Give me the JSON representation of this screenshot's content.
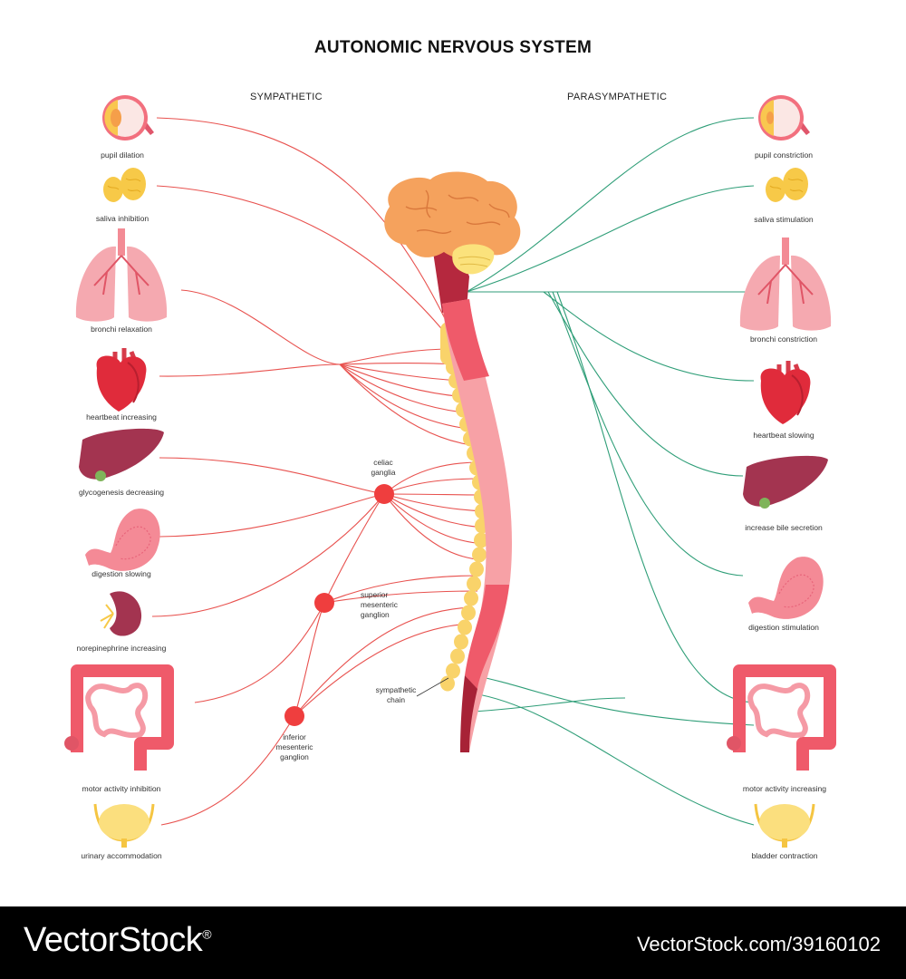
{
  "title": "AUTONOMIC NERVOUS SYSTEM",
  "sympathetic_header": "SYMPATHETIC",
  "parasympathetic_header": "PARASYMPATHETIC",
  "sympathetic_labels": {
    "eye": "pupil dilation",
    "saliva": "saliva inhibition",
    "lungs": "bronchi relaxation",
    "heart": "heartbeat increasing",
    "liver": "glycogenesis decreasing",
    "stomach": "digestion slowing",
    "kidney": "norepinephrine increasing",
    "intestine": "motor activity inhibition",
    "bladder": "urinary accommodation"
  },
  "parasympathetic_labels": {
    "eye": "pupil constriction",
    "saliva": "saliva stimulation",
    "lungs": "bronchi constriction",
    "heart": "heartbeat slowing",
    "liver": "increase bile secretion",
    "stomach": "digestion stimulation",
    "intestine": "motor activity increasing",
    "bladder": "bladder contraction"
  },
  "ganglia": {
    "celiac": "celiac\nganglia",
    "superior": "superior\nmesenteric\nganglion",
    "inferior": "inferior\nmesenteric\nganglion",
    "chain": "sympathetic\nchain"
  },
  "colors": {
    "sympathetic_line": "#e8524f",
    "parasympathetic_line": "#2f9e78",
    "ganglion": "#ef3e3e",
    "chain": "#f9d36a",
    "spine": "#f48a8e",
    "brain": "#f5a25d"
  },
  "footer": {
    "brand": "VectorStock",
    "registered": "®",
    "stock_id": "VectorStock.com/39160102"
  }
}
